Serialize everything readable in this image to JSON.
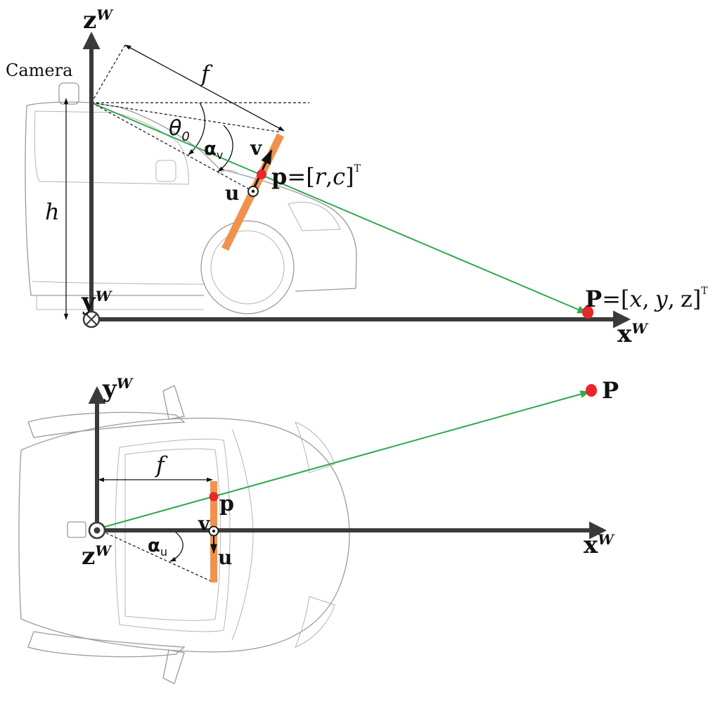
{
  "colors": {
    "axis": "#3a3a3a",
    "ray": "#2fa84a",
    "image_plane": "#f0924e",
    "point": "#e8262c",
    "car_outline": "#9a9a9a"
  },
  "side_view": {
    "camera_label": "Camera",
    "axis_z": "z",
    "axis_x": "x",
    "axis_y": "y",
    "axis_superscript": "W",
    "focal_length": "f",
    "height": "h",
    "pitch_angle": "θ",
    "pitch_angle_sub": "0",
    "alpha_v": "α",
    "alpha_v_sub": "v",
    "image_v": "v",
    "image_u": "u",
    "image_point_lhs": "p",
    "image_point_eq": "=[",
    "image_point_r": "r",
    "image_point_comma": ",",
    "image_point_c": "c",
    "image_point_close": "]",
    "transpose": "T",
    "world_point_lhs": "P",
    "world_point_eq": "=[",
    "world_point_x": "x",
    "world_point_sep1": ",",
    "world_point_y": "y",
    "world_point_sep2": ",",
    "world_point_z": "z",
    "world_point_close": "]"
  },
  "top_view": {
    "axis_y": "y",
    "axis_x": "x",
    "axis_z": "z",
    "axis_superscript": "W",
    "focal_length": "f",
    "alpha_u": "α",
    "alpha_u_sub": "u",
    "image_v": "v",
    "image_u": "u",
    "image_point": "p",
    "world_point": "P"
  }
}
